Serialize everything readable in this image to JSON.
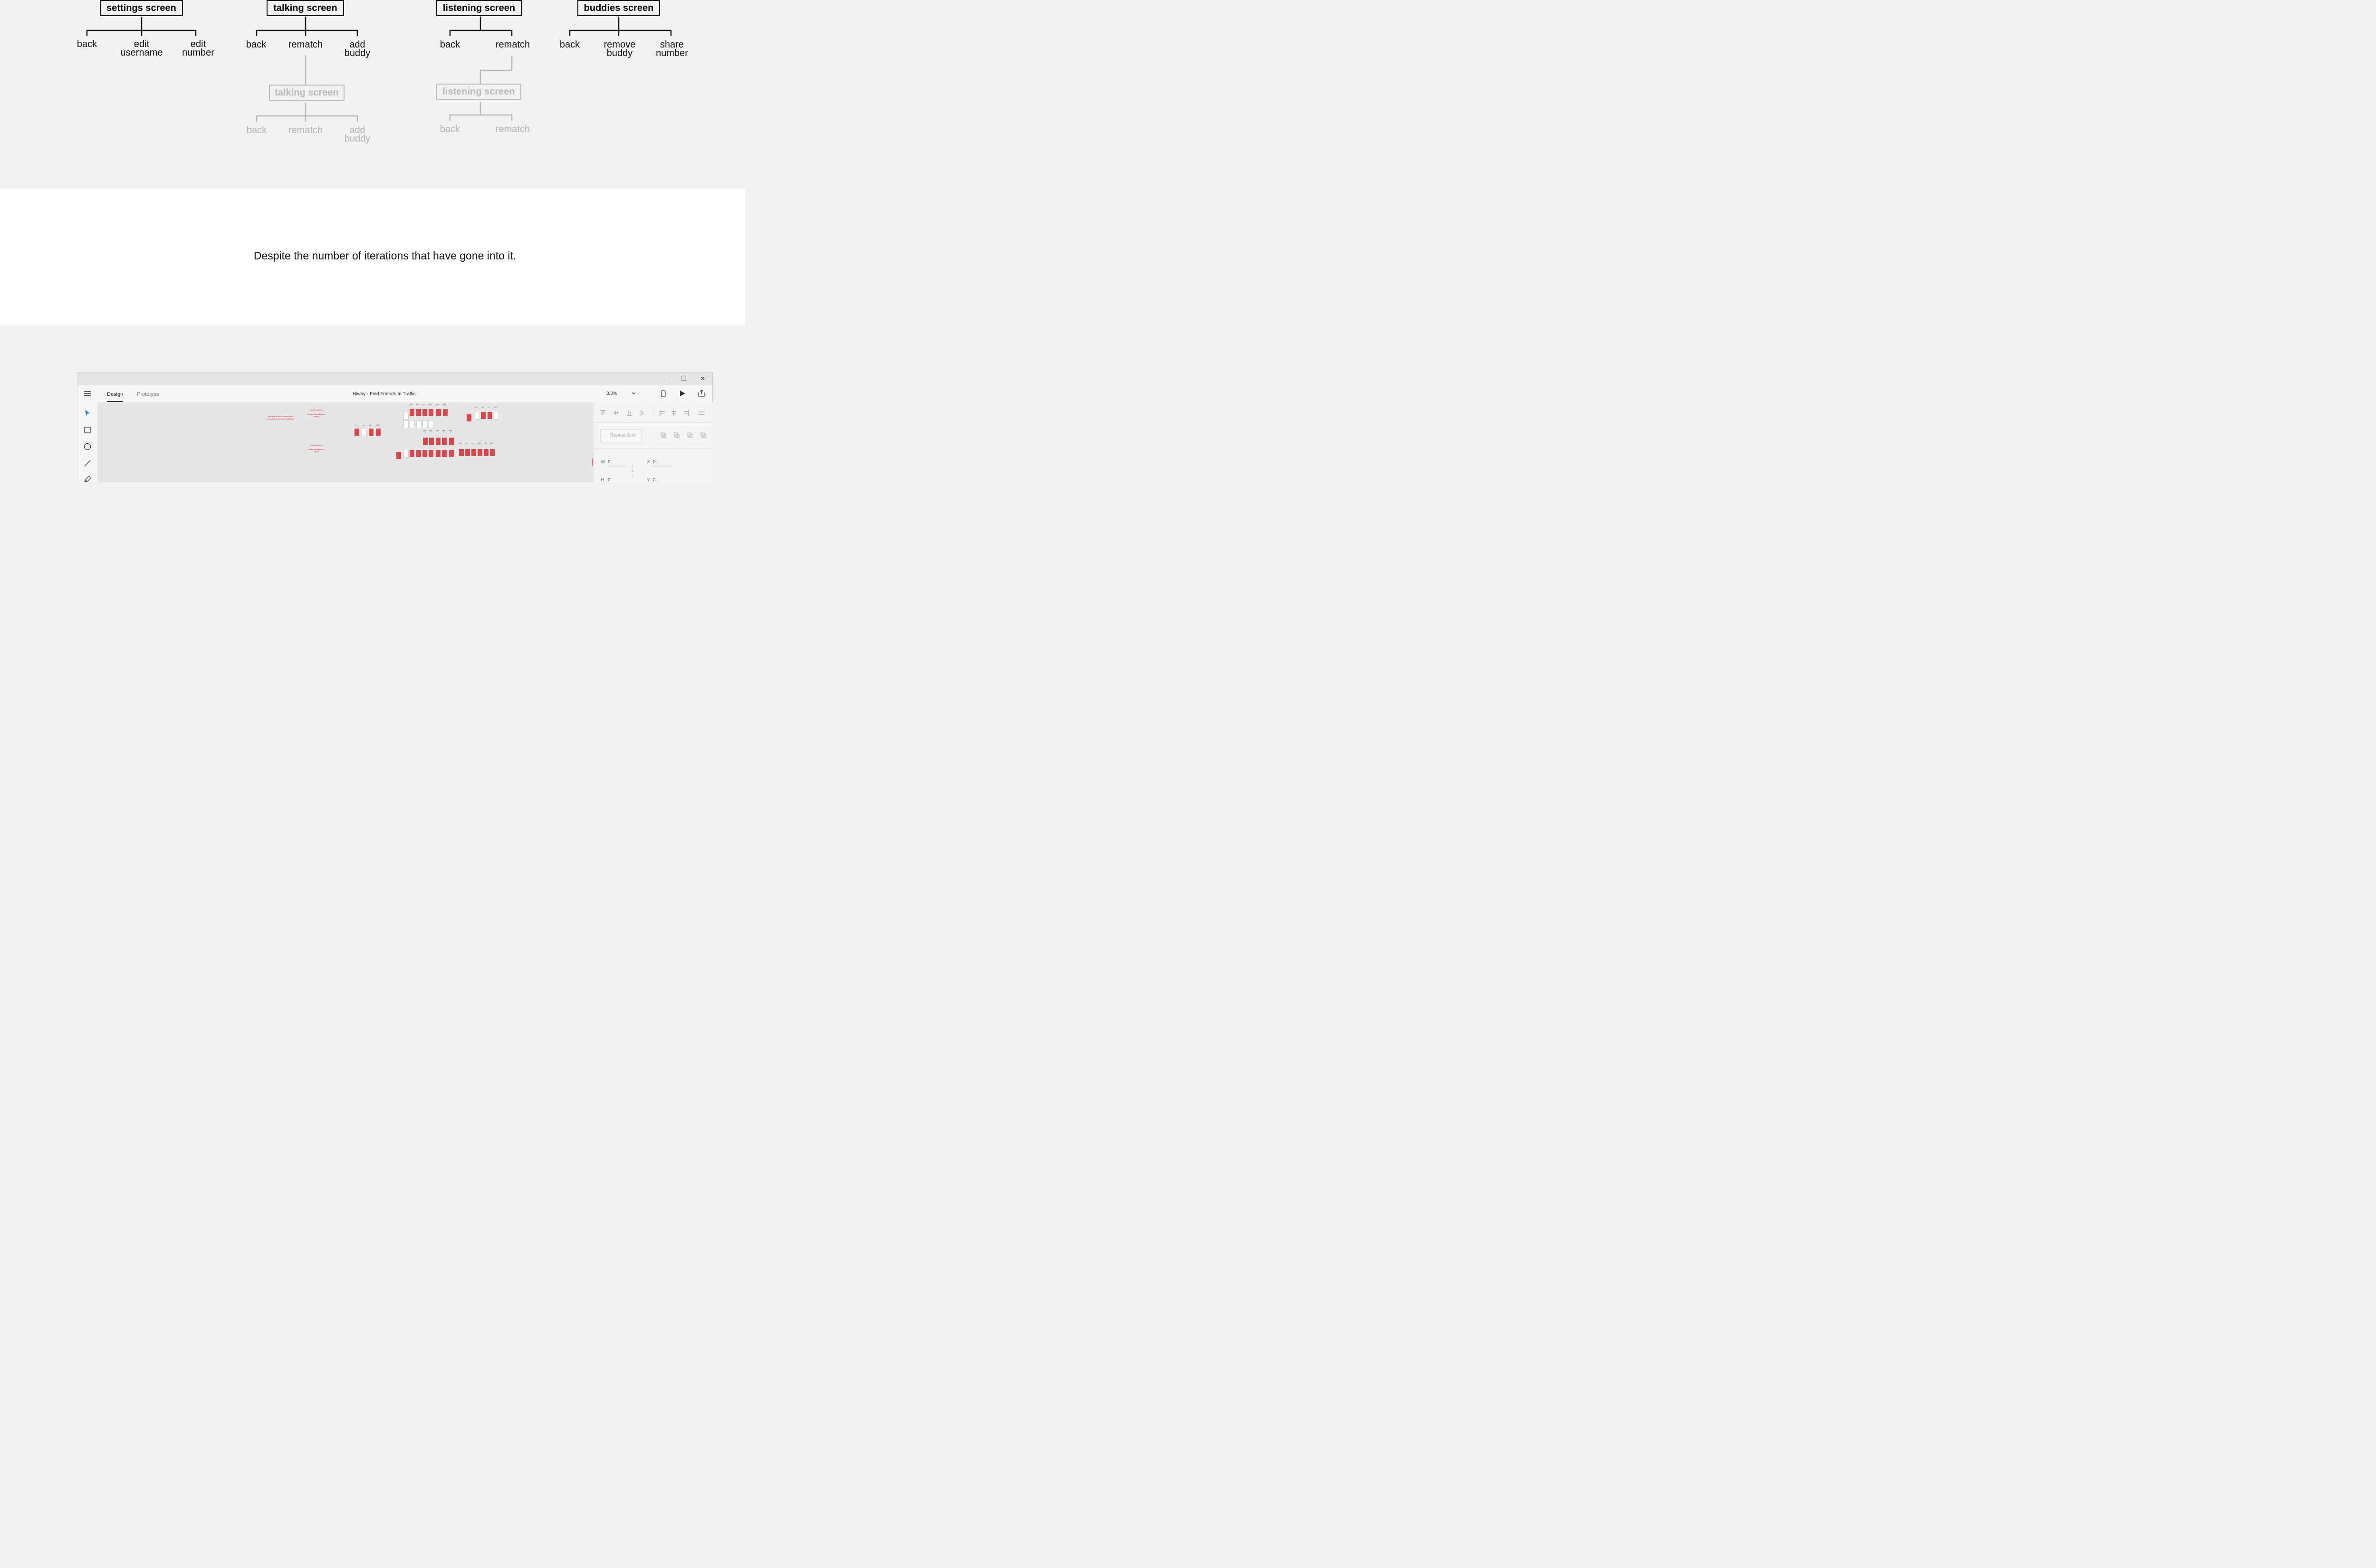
{
  "flow": {
    "settings": {
      "title": "settings screen",
      "leaves": [
        "back",
        "edit\nusername",
        "edit\nnumber"
      ]
    },
    "talking": {
      "title": "talking screen",
      "leaves": [
        "back",
        "rematch",
        "add\nbuddy"
      ],
      "sub_title": "talking screen",
      "sub_leaves": [
        "back",
        "rematch",
        "add\nbuddy"
      ]
    },
    "listening": {
      "title": "listening screen",
      "leaves": [
        "back",
        "rematch"
      ],
      "sub_title": "listening screen",
      "sub_leaves": [
        "back",
        "rematch"
      ]
    },
    "buddies": {
      "title": "buddies screen",
      "leaves": [
        "back",
        "remove\nbuddy",
        "share\nnumber"
      ]
    }
  },
  "quote": "Despite the number of iterations that have gone into it.",
  "xd": {
    "window_controls": {
      "minimize": "–",
      "restore": "❐",
      "close": "✕"
    },
    "menu_icon": "hamburger-icon",
    "tabs": [
      "Design",
      "Prototype"
    ],
    "active_tab": "Design",
    "doc_title": "Hiway - Find Friends In Traffic",
    "zoom": "3.3%",
    "toolbar_icons": [
      "device-icon",
      "play-icon",
      "share-icon"
    ],
    "tools": [
      "select-icon",
      "rectangle-icon",
      "ellipse-icon",
      "line-icon",
      "pen-icon"
    ],
    "props": {
      "repeat_grid": "Repeat Grid",
      "w_label": "W",
      "w_value": "0",
      "x_label": "X",
      "x_value": "0",
      "h_label": "H",
      "h_value": "0",
      "y_label": "Y",
      "y_value": "0"
    },
    "canvas_notes": [
      "this app would clearly have very pleasing motion graphics",
      "small buttons",
      "when no buddies are online",
      "small buttons",
      "when buddies are online"
    ],
    "accent_color": "#d9474d",
    "select_color": "#2d7fd3"
  }
}
